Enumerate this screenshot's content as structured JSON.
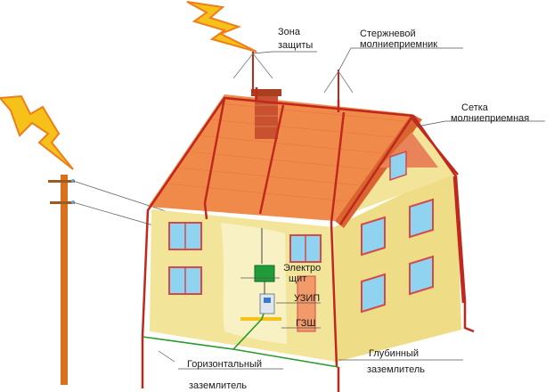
{
  "labels": {
    "protection_zone_line1": "Зона",
    "protection_zone_line2": "защиты",
    "rod_line1": "Стержневой",
    "rod_line2": "молниеприемник",
    "mesh_line1": "Сетка",
    "mesh_line2": "молниеприемная",
    "panel_line1": "Электро",
    "panel_line2": "щит",
    "spd": "УЗИП",
    "main_bus": "ГЗШ",
    "horizontal_line1": "Горизонтальный",
    "horizontal_line2": "заземлитель",
    "deep_line1": "Глубинный",
    "deep_line2": "заземлитель"
  },
  "colors": {
    "roof": "#f08a4a",
    "roof_tiles": "#e5703a",
    "wall_front": "#f2e59a",
    "wall_side": "#eedc86",
    "conductor": "#c0281e",
    "ground_wire": "#2a9a2a",
    "lightning": "#f6c21a",
    "lightning_edge": "#ef7d1a",
    "window_glass": "#8fd3f0",
    "window_frame": "#d24a4a",
    "pole": "#d9701e",
    "chimney": "#c8522f",
    "panel_box": "#1f9b3a",
    "door": "#f29a6a"
  }
}
